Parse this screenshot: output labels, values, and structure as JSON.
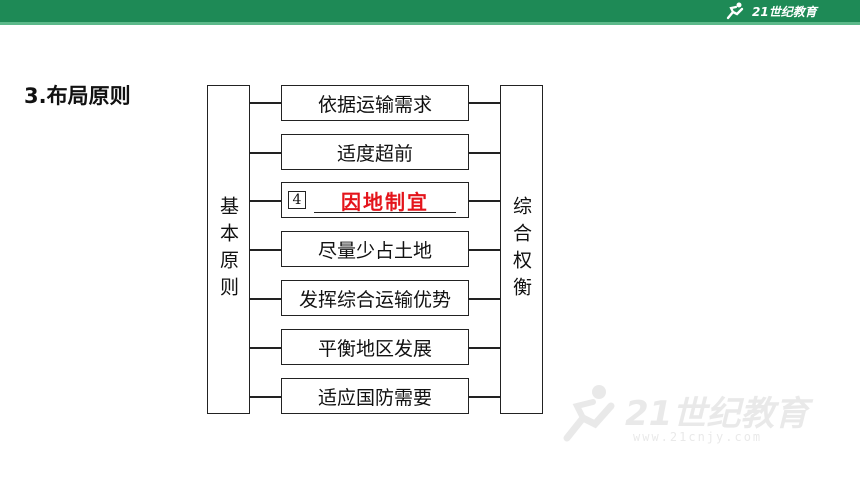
{
  "header": {
    "logo_text": "21世纪教育",
    "brand_color": "#1e8a56"
  },
  "section": {
    "title": "3.布局原则"
  },
  "diagram": {
    "left_label": "基本原则",
    "right_label": "综合权衡",
    "items": [
      {
        "label": "依据运输需求"
      },
      {
        "label": "适度超前"
      },
      {
        "number": "4",
        "answer": "因地制宜",
        "answer_color": "#e4141b"
      },
      {
        "label": "尽量少占土地"
      },
      {
        "label": "发挥综合运输优势"
      },
      {
        "label": "平衡地区发展"
      },
      {
        "label": "适应国防需要"
      }
    ]
  },
  "watermark": {
    "text": "21世纪教育",
    "sub": "www.21cnjy.com"
  }
}
